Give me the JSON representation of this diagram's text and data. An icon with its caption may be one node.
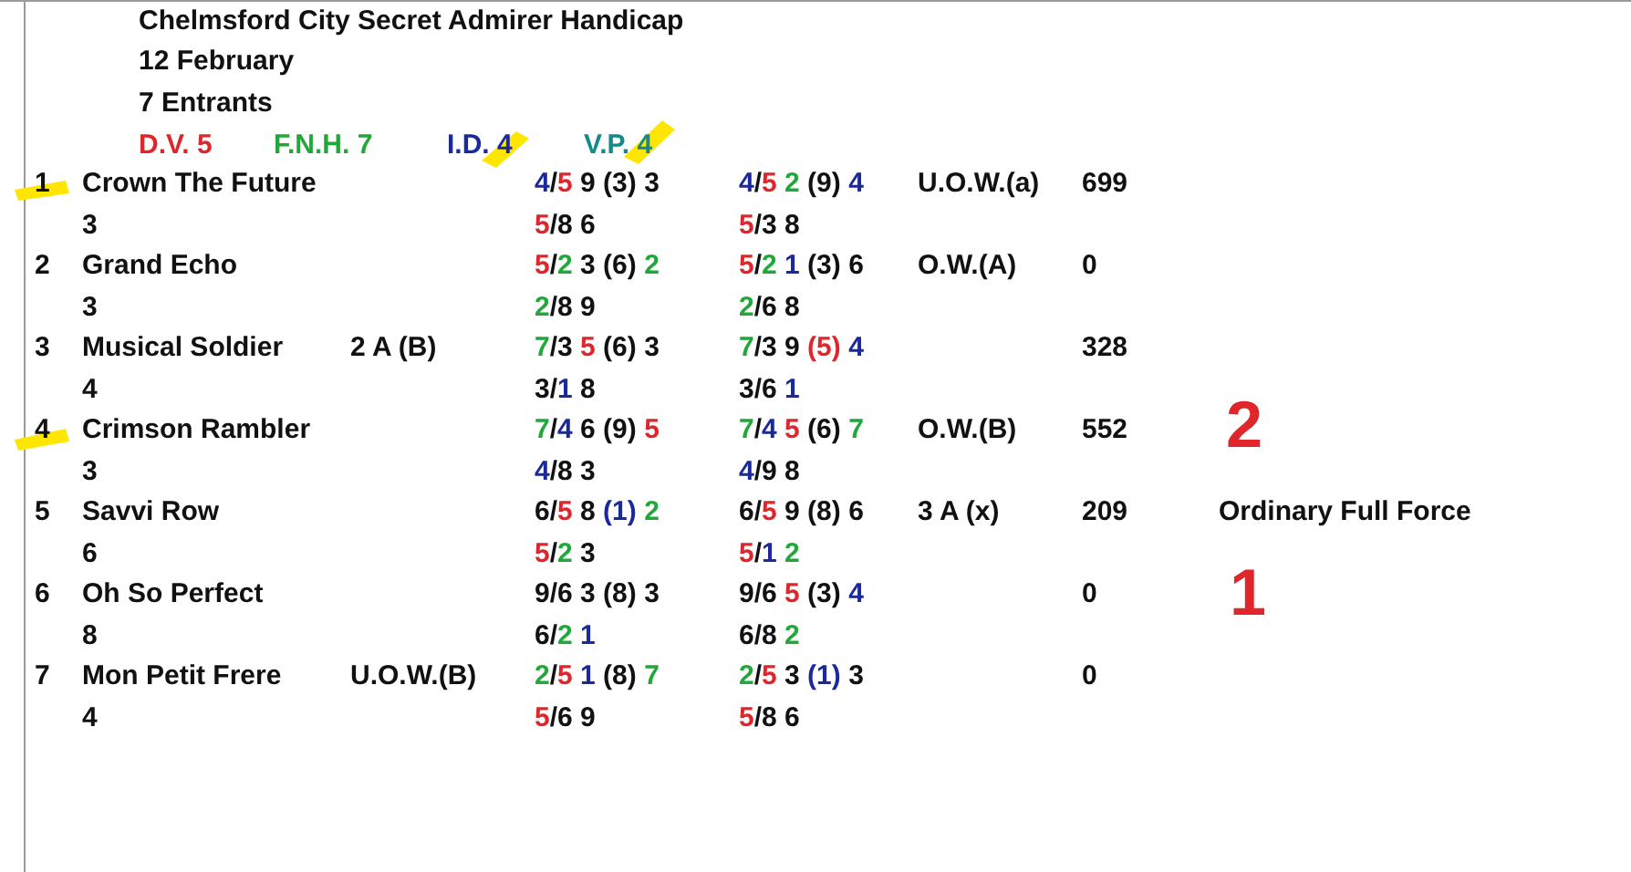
{
  "diagram": {
    "title": "Chelmsford City Secret Admirer Handicap",
    "labels": [
      "12 February",
      "7 Entrants",
      "D.V. 5",
      "F.N.H. 7",
      "I.D. 4",
      "V.P. 4",
      "1",
      "Crown The Future",
      "4/5 9 (3) 3",
      "4/5 2 (9) 4",
      "U.O.W.(a)",
      "699",
      "3",
      "5/8 6",
      "5/3 8",
      "2",
      "Grand Echo",
      "5/2 3 (6) 2",
      "5/2 1 (3) 6",
      "O.W.(A)",
      "0",
      "3",
      "2/8 9",
      "2/6 8",
      "3",
      "Musical Soldier",
      "2 A (B)",
      "7/3 5 (6) 3",
      "7/3 9 (5) 4",
      "328",
      "4",
      "3/1 8",
      "3/6 1",
      "4",
      "Crimson Rambler",
      "7/4 6 (9) 5",
      "7/4 5 (6) 7",
      "O.W.(B)",
      "552",
      "2",
      "3",
      "4/8 3",
      "4/9 8",
      "5",
      "Savvi Row",
      "6/5 8 (1) 2",
      "6/5 9 (8) 6",
      "3 A (x)",
      "209",
      "Ordinary Full Force",
      "6",
      "5/2 3",
      "5/1 2",
      "6",
      "Oh So Perfect",
      "9/6 3 (8) 3",
      "9/6 5 (3) 4",
      "0",
      "1",
      "8",
      "6/2 1",
      "6/8 2",
      "7",
      "Mon Petit Frere",
      "U.O.W.(B)",
      "2/5 1 (8) 7",
      "2/5 3 (1) 3",
      "0",
      "4",
      "5/6 9",
      "5/8 6"
    ]
  }
}
